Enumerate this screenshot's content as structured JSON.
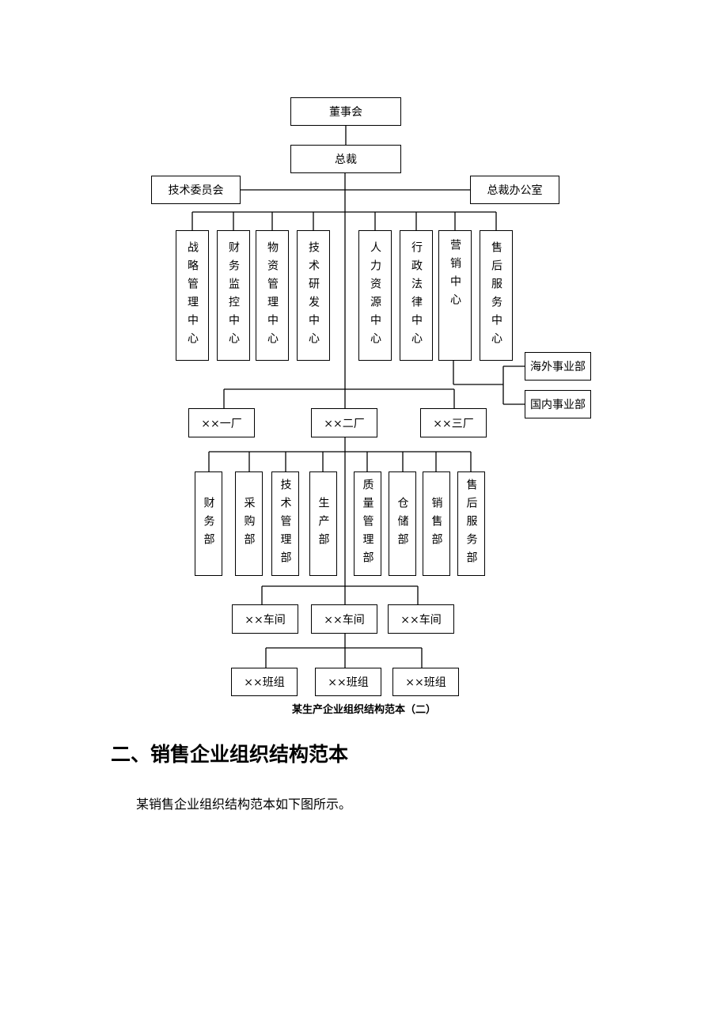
{
  "chart": {
    "board": "董事会",
    "president": "总裁",
    "tech_committee": "技术委员会",
    "president_office": "总裁办公室",
    "centers": [
      "战略管理中心",
      "财务监控中心",
      "物资管理中心",
      "技术研发中心",
      "人力资源中心",
      "行政法律中心",
      "营销中心",
      "售后服务中心"
    ],
    "divisions": [
      "海外事业部",
      "国内事业部"
    ],
    "factories": [
      "××一厂",
      "××二厂",
      "××三厂"
    ],
    "departments": [
      "财务部",
      "采购部",
      "技术管理部",
      "生产部",
      "质量管理部",
      "仓储部",
      "销售部",
      "售后服务部"
    ],
    "workshops": [
      "××车间",
      "××车间",
      "××车间"
    ],
    "teams": [
      "××班组",
      "××班组",
      "××班组"
    ]
  },
  "caption": "某生产企业组织结构范本（二）",
  "heading": "二、销售企业组织结构范本",
  "paragraph": "某销售企业组织结构范本如下图所示。"
}
